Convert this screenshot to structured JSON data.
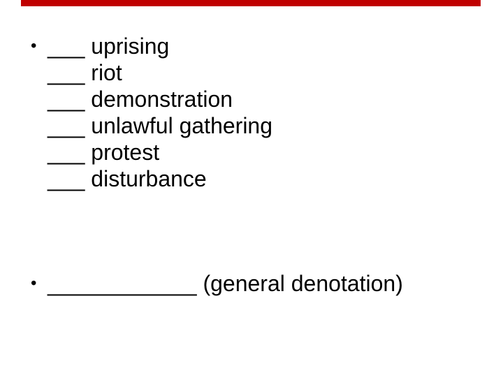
{
  "slide": {
    "accent_bar_color": "#C00000",
    "bullet_char": "•",
    "word_list": {
      "items": [
        {
          "text": "___ uprising"
        },
        {
          "text": "___ riot"
        },
        {
          "text": "___ demonstration"
        },
        {
          "text": "___ unlawful gathering"
        },
        {
          "text": "___ protest"
        },
        {
          "text": "___ disturbance"
        }
      ]
    },
    "denotation_line": {
      "text": "____________ (general denotation)"
    }
  }
}
